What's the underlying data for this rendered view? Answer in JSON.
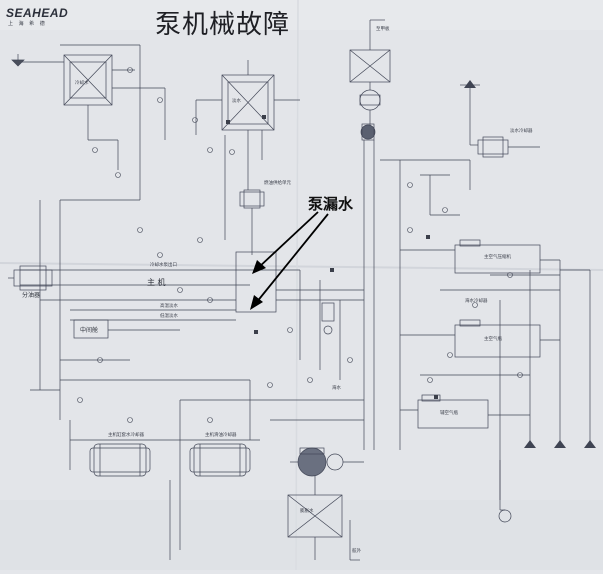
{
  "title": "泵机械故障",
  "logo": {
    "brand": "SEAHEAD",
    "sub": "上 海 希 德"
  },
  "callout": "泵漏水",
  "labels": {
    "main_engine": "主 机",
    "service_tank": "中间舱",
    "purifier": "分油器",
    "freshwater_tank": "淡水",
    "left_module": "冷却水",
    "tank_bottom": "膨胀水",
    "eq1": "燃油供给单元",
    "eq2": "淡水冷却器",
    "eq3": "主空气压缩机",
    "eq4": "主空气瓶",
    "eq5": "辅空气瓶",
    "eq6": "海水冷却器",
    "eq7": "主机缸套水冷却器",
    "eq8": "主机滑油冷却器",
    "pipe1": "冷却水泵出口",
    "pipe2": "高温淡水",
    "pipe3": "低温淡水",
    "pipe4": "至甲板",
    "pipe5": "海水",
    "pipe6": "舷外"
  },
  "colors": {
    "paper": "#e4e6ea",
    "line": "#3d4250",
    "text": "#2b2f3a",
    "arrow": "#000000"
  }
}
